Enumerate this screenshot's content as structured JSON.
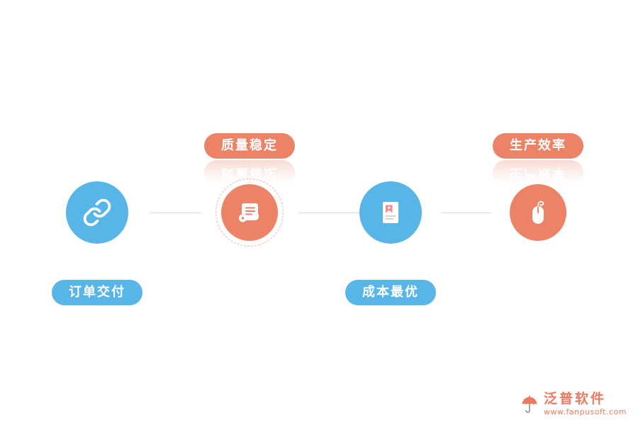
{
  "colors": {
    "blue": "#57b5e8",
    "coral": "#ec8266",
    "coral_dark": "#e97b63",
    "connector": "#dcdcdc",
    "white": "#ffffff"
  },
  "nodes": [
    {
      "id": "order-delivery",
      "label": "订单交付",
      "label_position": "below",
      "circle_color": "blue",
      "icon": "chain-link-icon"
    },
    {
      "id": "quality-stable",
      "label": "质量稳定",
      "label_position": "above",
      "circle_color": "coral",
      "icon": "scroll-icon"
    },
    {
      "id": "cost-optimal",
      "label": "成本最优",
      "label_position": "below",
      "circle_color": "blue",
      "icon": "id-card-icon"
    },
    {
      "id": "production-efficiency",
      "label": "生产效率",
      "label_position": "above",
      "circle_color": "coral",
      "icon": "mouse-icon"
    }
  ],
  "logo": {
    "name": "泛普软件",
    "url": "www.fanpusoft.com"
  }
}
